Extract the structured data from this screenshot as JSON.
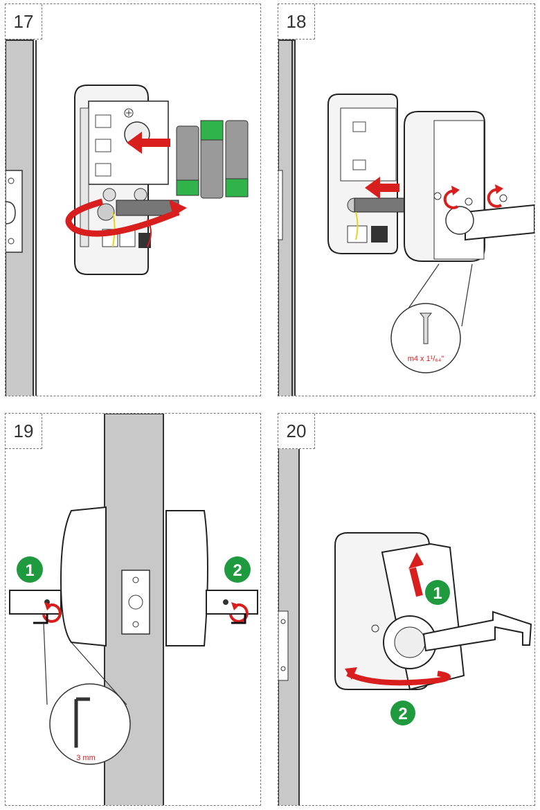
{
  "steps": [
    {
      "number": "17"
    },
    {
      "number": "18",
      "screw_label": "m4 x 1¹/₆₄\""
    },
    {
      "number": "19",
      "badge_1": "1",
      "badge_2": "2",
      "tool_label": "3 mm"
    },
    {
      "number": "20",
      "badge_1": "1",
      "badge_2": "2"
    }
  ],
  "colors": {
    "arrow_red": "#d91e1e",
    "badge_green": "#1f9a3e",
    "battery_green": "#2fb34a",
    "door_gray": "#c8c8c8",
    "frame_dashed": "#777777"
  }
}
